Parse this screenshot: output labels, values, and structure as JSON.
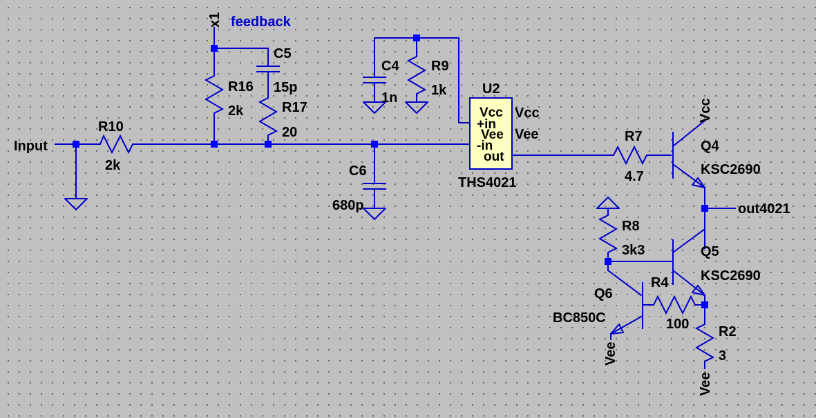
{
  "labels": {
    "input": "Input",
    "x1": "x1",
    "feedback": "feedback",
    "out4021": "out4021"
  },
  "components": {
    "R10": {
      "ref": "R10",
      "value": "2k"
    },
    "R16": {
      "ref": "R16",
      "value": "2k"
    },
    "C5": {
      "ref": "C5",
      "value": "15p"
    },
    "R17": {
      "ref": "R17",
      "value": "20"
    },
    "C6": {
      "ref": "C6",
      "value": "680p"
    },
    "C4": {
      "ref": "C4",
      "value": "1n"
    },
    "R9": {
      "ref": "R9",
      "value": "1k"
    },
    "U2": {
      "ref": "U2",
      "value": "THS4021",
      "pins": {
        "vcc": "Vcc",
        "in_p": "+in",
        "vee": "Vee",
        "in_n": "-in",
        "out": "out"
      },
      "supply_vcc": "Vcc",
      "supply_vee": "Vee"
    },
    "R7": {
      "ref": "R7",
      "value": "4.7"
    },
    "Q4": {
      "ref": "Q4",
      "value": "KSC2690",
      "supply": "Vcc"
    },
    "Q5": {
      "ref": "Q5",
      "value": "KSC2690"
    },
    "R8": {
      "ref": "R8",
      "value": "3k3"
    },
    "Q6": {
      "ref": "Q6",
      "value": "BC850C",
      "supply": "Vee"
    },
    "R4": {
      "ref": "R4",
      "value": "100"
    },
    "R2": {
      "ref": "R2",
      "value": "3",
      "supply": "Vee"
    }
  }
}
